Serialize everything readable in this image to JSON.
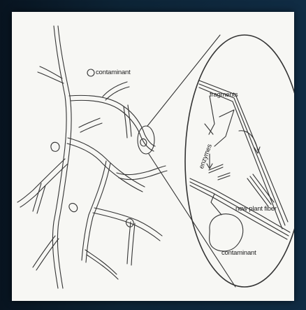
{
  "labels": {
    "contaminant_top": "contaminant",
    "fragments": "fragments",
    "enzymes": "enzymes",
    "new_plant_fiber": "new plant fiber",
    "contaminant_bottom": "contaminant"
  }
}
